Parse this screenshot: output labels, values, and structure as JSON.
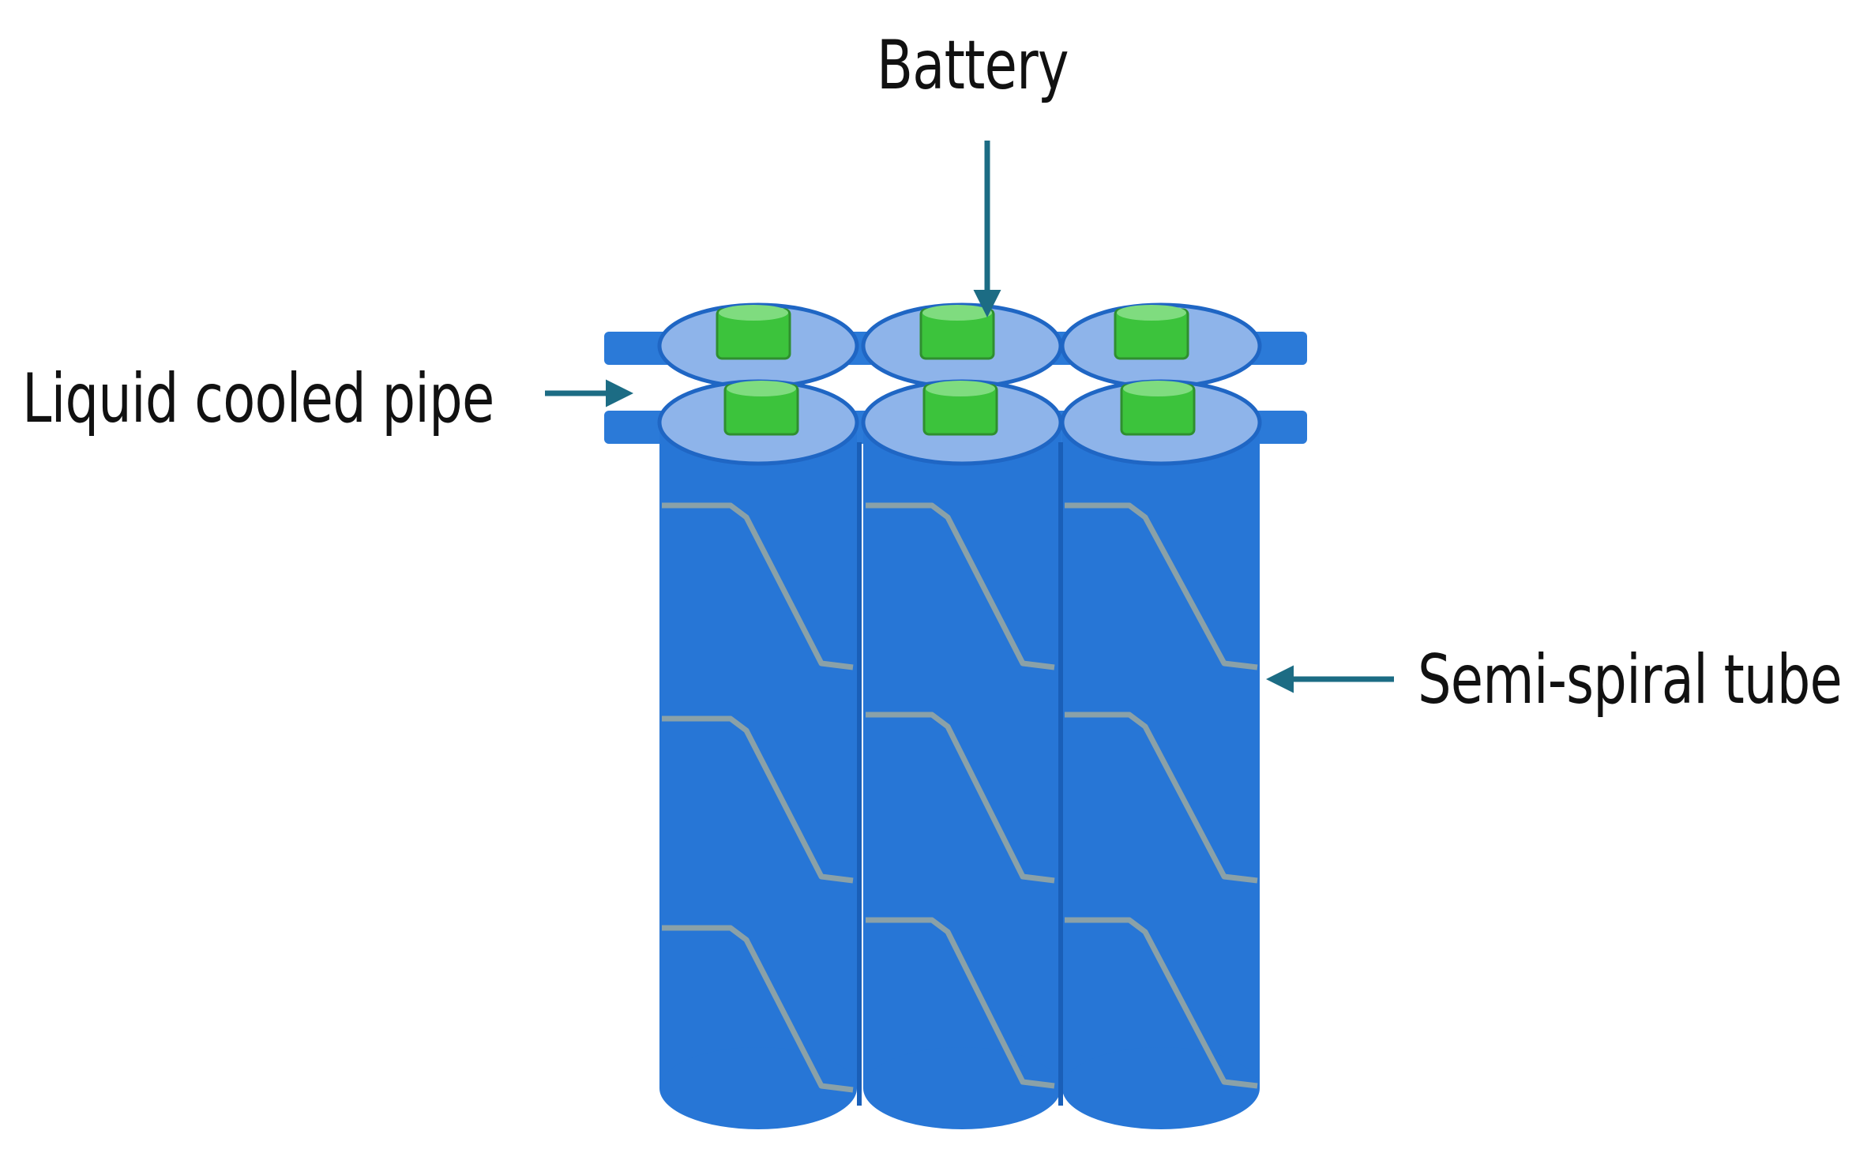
{
  "labels": {
    "battery": "Battery",
    "liquid_cooled_pipe": "Liquid cooled pipe",
    "semi_spiral_tube": "Semi-spiral tube"
  },
  "colors": {
    "cylinder_body": "#2776d6",
    "cylinder_top": "#8eb4ea",
    "cylinder_outline": "#1f66c4",
    "terminal": "#3cc33c",
    "terminal_top": "#7fdc7f",
    "spiral": "#8aa1a8",
    "arrow": "#1c6c84",
    "pipe": "#2b7ad8"
  },
  "icons": {
    "arrow": "arrow-icon"
  }
}
